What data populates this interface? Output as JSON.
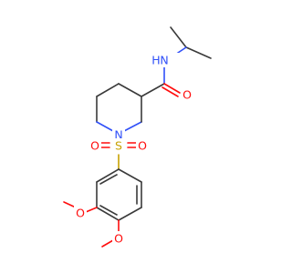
{
  "atoms": {
    "amide_nitrogen": {
      "symbol": "N",
      "hydrogen": "H",
      "color": "#3050f8"
    },
    "ring_nitrogen": {
      "symbol": "N",
      "color": "#3050f8"
    },
    "carbonyl_oxygen": {
      "symbol": "O",
      "color": "#ff0d0d"
    },
    "sulfonyl_oxygen_left": {
      "symbol": "O",
      "color": "#ff0d0d"
    },
    "sulfonyl_oxygen_right": {
      "symbol": "O",
      "color": "#ff0d0d"
    },
    "sulfur": {
      "symbol": "S",
      "color": "#c7a100"
    },
    "methoxy_oxygen_top": {
      "symbol": "O",
      "color": "#ff0d0d"
    },
    "methoxy_oxygen_bottom": {
      "symbol": "O",
      "color": "#ff0d0d"
    }
  },
  "colors": {
    "bond": "#3a3a3a",
    "background": "#ffffff"
  }
}
